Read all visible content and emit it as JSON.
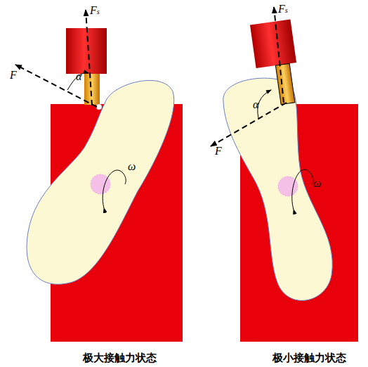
{
  "diagram": {
    "labels": [
      "Fs",
      "F",
      "α",
      "ω",
      "Fs",
      "F",
      "α",
      "ω",
      "极大接触力状态",
      "极小接触力状态"
    ]
  }
}
